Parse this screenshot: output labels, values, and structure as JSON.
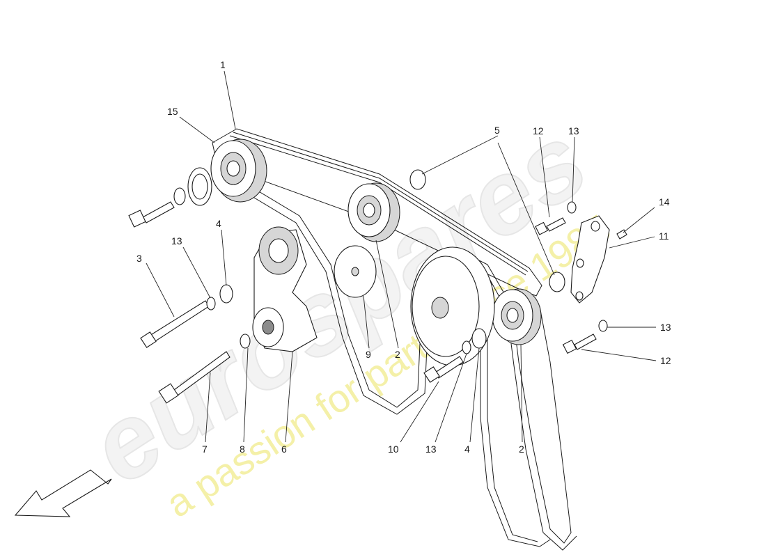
{
  "watermark": {
    "logo": "eurospares",
    "tagline": "a passion for parts since 1985"
  },
  "callouts": {
    "n1": "1",
    "n15": "15",
    "n5": "5",
    "n12a": "12",
    "n13a": "13",
    "n14": "14",
    "n11": "11",
    "n4a": "4",
    "n13b": "13",
    "n3": "3",
    "n9": "9",
    "n2a": "2",
    "n13c": "13",
    "n12b": "12",
    "n7": "7",
    "n8": "8",
    "n6": "6",
    "n10": "10",
    "n13d": "13",
    "n4b": "4",
    "n2b": "2"
  },
  "colors": {
    "line": "#1a1a1a",
    "watermark_logo": "#f3f3f3",
    "watermark_tagline": "#f4f0a8"
  }
}
